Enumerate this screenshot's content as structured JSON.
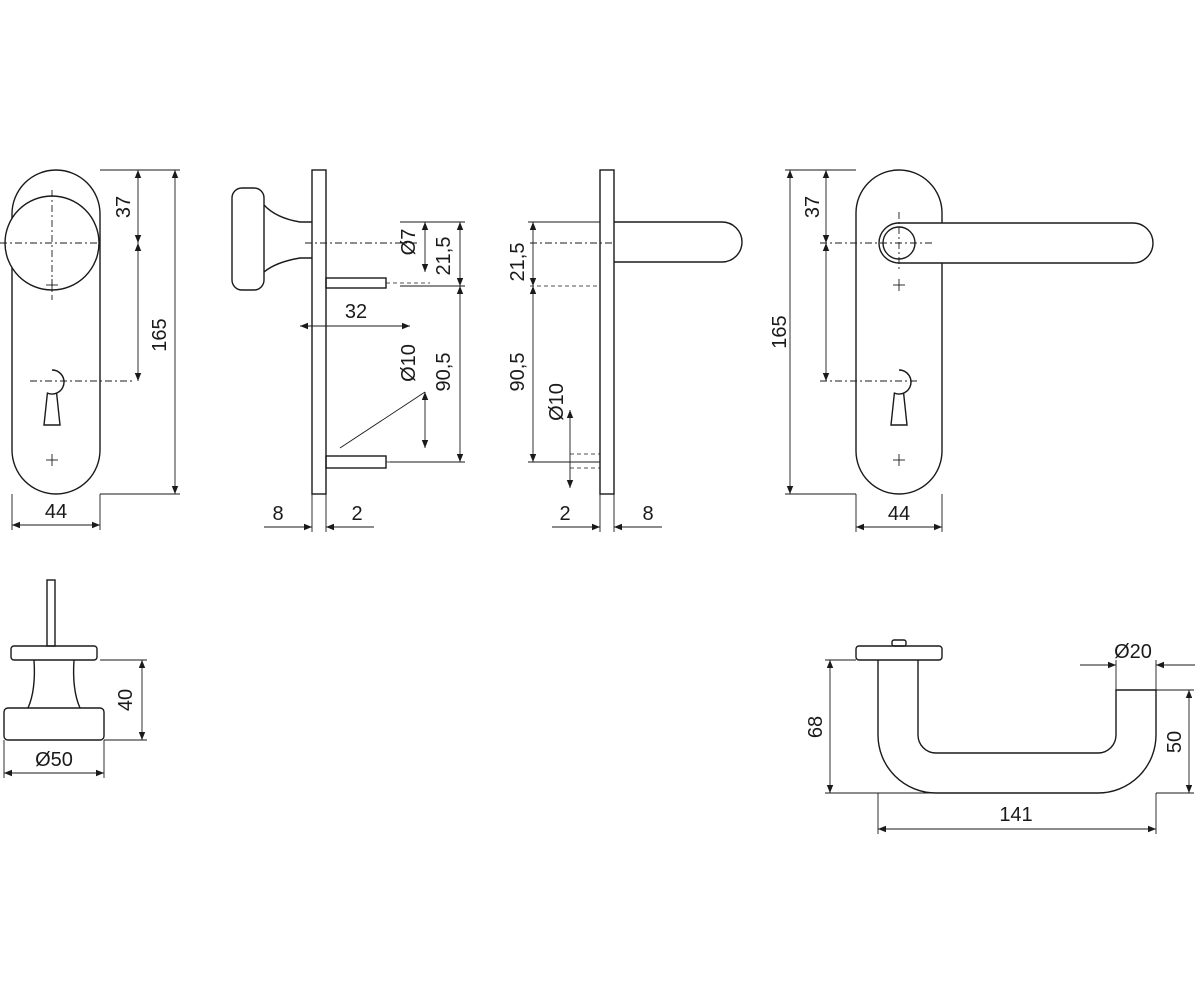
{
  "colors": {
    "line": "#1a1a1a",
    "background": "#ffffff"
  },
  "dimensions": {
    "front_knob": {
      "width": "44",
      "height": "165",
      "top": "37"
    },
    "side_knob": {
      "spindle": "Ø7",
      "spacing": "21,5",
      "projection": "32",
      "pin": "Ø10",
      "key_distance": "90,5",
      "offset": "8",
      "plate": "2"
    },
    "side_lever": {
      "spacing": "21,5",
      "key_distance": "90,5",
      "pin": "Ø10",
      "plate": "2",
      "offset": "8"
    },
    "front_lever": {
      "top": "37",
      "height": "165",
      "width": "44"
    },
    "knob_top": {
      "height": "40",
      "diameter": "Ø50"
    },
    "lever_top": {
      "grip": "Ø20",
      "height": "68",
      "depth": "50",
      "length": "141"
    }
  }
}
